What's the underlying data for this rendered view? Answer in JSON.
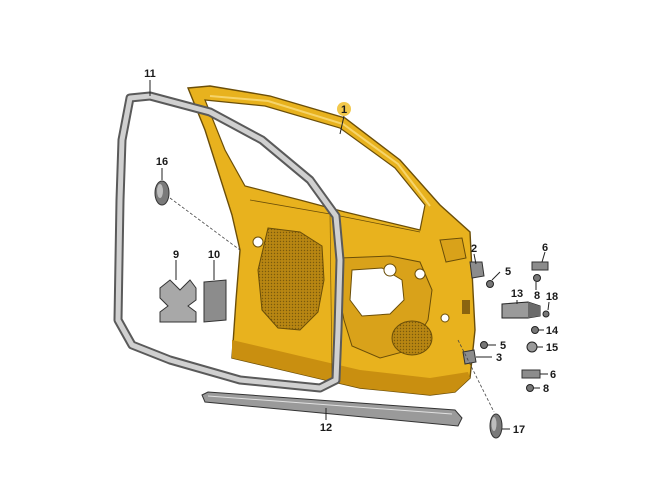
{
  "callouts": [
    {
      "id": "1",
      "text": "1"
    },
    {
      "id": "2",
      "text": "2"
    },
    {
      "id": "3",
      "text": "3"
    },
    {
      "id": "5a",
      "text": "5"
    },
    {
      "id": "5b",
      "text": "5"
    },
    {
      "id": "6a",
      "text": "6"
    },
    {
      "id": "6b",
      "text": "6"
    },
    {
      "id": "8a",
      "text": "8"
    },
    {
      "id": "8b",
      "text": "8"
    },
    {
      "id": "9",
      "text": "9"
    },
    {
      "id": "10",
      "text": "10"
    },
    {
      "id": "11",
      "text": "11"
    },
    {
      "id": "12",
      "text": "12"
    },
    {
      "id": "13",
      "text": "13"
    },
    {
      "id": "14",
      "text": "14"
    },
    {
      "id": "15",
      "text": "15"
    },
    {
      "id": "16",
      "text": "16"
    },
    {
      "id": "17",
      "text": "17"
    },
    {
      "id": "18",
      "text": "18"
    }
  ],
  "colors": {
    "door_panel": "#e8b21e",
    "door_shade": "#c98f10",
    "door_dark": "#8a6410",
    "highlight_badge": "#f2c84b",
    "seal": "#b8b8b8",
    "seal_dark": "#5a5a5a",
    "part_grey": "#9a9a9a"
  }
}
